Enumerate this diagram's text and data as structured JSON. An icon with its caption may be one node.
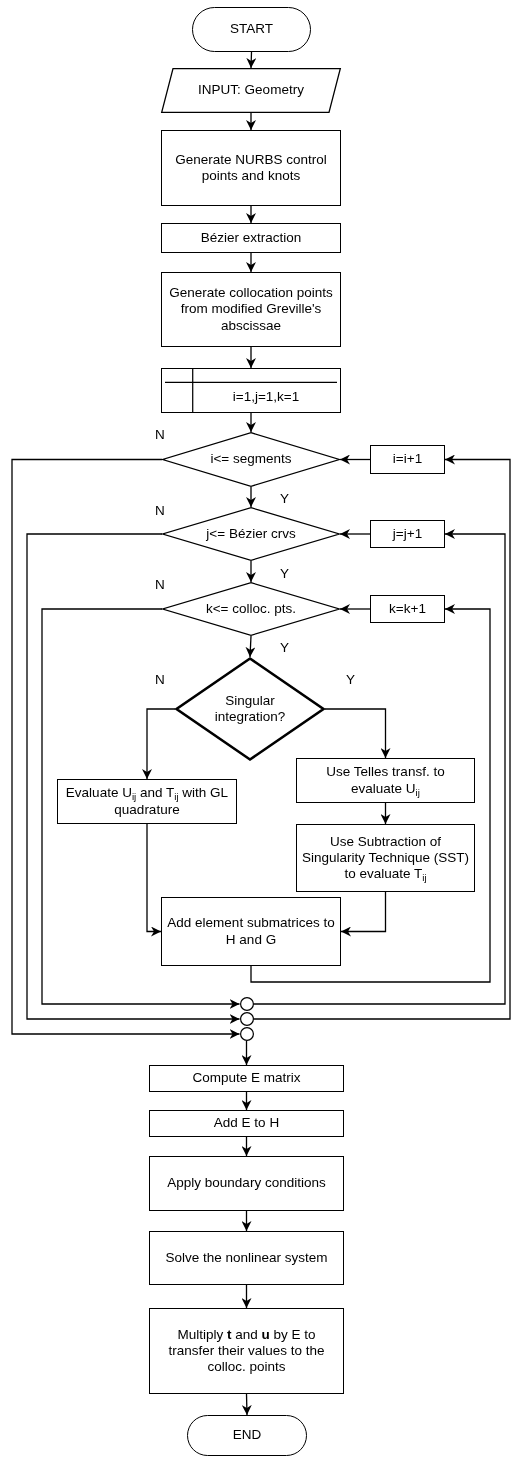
{
  "diagram": {
    "nodes": [
      {
        "text": [
          "START"
        ]
      },
      {
        "text": [
          "INPUT: Geometry"
        ]
      },
      {
        "text": [
          "Generate NURBS control points and knots"
        ]
      },
      {
        "text": [
          "Bézier extraction"
        ]
      },
      {
        "text": [
          "Generate collocation points from modified Greville's abscissae"
        ]
      },
      {
        "text": [
          "i=1,j=1,k=1"
        ]
      },
      {
        "text": [
          "i<= segments"
        ]
      },
      {
        "text": [
          "i=i+1"
        ]
      },
      {
        "text": [
          "j<= Bézier crvs"
        ]
      },
      {
        "text": [
          "j=j+1"
        ]
      },
      {
        "text": [
          "k<= colloc. pts."
        ]
      },
      {
        "text": [
          "k=k+1"
        ]
      },
      {
        "text": [
          "Singular integration?"
        ]
      },
      {
        "text": [
          "Evaluate U$_{ij}$ and T$_{ij}$ with GL quadrature"
        ]
      },
      {
        "text": [
          "Use Telles transf. to evaluate U$_{ij}$"
        ]
      },
      {
        "text": [
          "Use Subtraction of Singularity Technique (SST) to evaluate T$_{ij}$"
        ]
      },
      {
        "text": [
          "Add element submatrices to H and G"
        ]
      },
      {
        "text": [],
        "shape": "circle"
      },
      {
        "text": [],
        "shape": "circle"
      },
      {
        "text": [],
        "shape": "circle"
      },
      {
        "text": [
          "Compute E matrix"
        ]
      },
      {
        "text": [
          "Add E to H"
        ]
      },
      {
        "text": [
          "Apply boundary conditions"
        ]
      },
      {
        "text": [
          "Solve the nonlinear system"
        ]
      },
      {
        "text": [
          "Multiply **t** and **u** by E to transfer their values to the colloc. points"
        ]
      },
      {
        "text": [
          "END"
        ]
      }
    ],
    "edges": [
      {
        "from": 0,
        "to": 1,
        "arrow": "to"
      },
      {
        "from": 1,
        "to": 2,
        "arrow": "to"
      },
      {
        "from": 2,
        "to": 3,
        "arrow": "to"
      },
      {
        "from": 3,
        "to": 4,
        "arrow": "to"
      },
      {
        "from": 4,
        "to": 5,
        "arrow": "to"
      },
      {
        "from": 5,
        "to": 6,
        "arrow": "to"
      },
      {
        "from": 7,
        "to": 6,
        "arrow": "to"
      },
      {
        "from": 6,
        "to": 8,
        "arrow": "to",
        "label": "Y"
      },
      {
        "from": 9,
        "to": 8,
        "arrow": "to"
      },
      {
        "from": 8,
        "to": 10,
        "arrow": "to",
        "label": "Y"
      },
      {
        "from": 11,
        "to": 10,
        "arrow": "to"
      },
      {
        "from": 10,
        "to": 12,
        "arrow": "to",
        "label": "Y"
      },
      {
        "from": 12,
        "to": 13,
        "arrow": "to",
        "label": "N"
      },
      {
        "from": 12,
        "to": 14,
        "arrow": "to",
        "label": "Y"
      },
      {
        "from": 14,
        "to": 15,
        "arrow": "to"
      },
      {
        "from": 13,
        "to": 16,
        "arrow": "to"
      },
      {
        "from": 15,
        "to": 16,
        "arrow": "to"
      },
      {
        "from": 16,
        "to": 11,
        "arrow": "to"
      },
      {
        "from": 10,
        "to": 17,
        "arrow": "to",
        "label": "N"
      },
      {
        "from": 17,
        "to": 9,
        "arrow": "to"
      },
      {
        "from": 8,
        "to": 18,
        "arrow": "to",
        "label": "N"
      },
      {
        "from": 18,
        "to": 7,
        "arrow": "to"
      },
      {
        "from": 6,
        "to": 19,
        "arrow": "to",
        "label": "N"
      },
      {
        "from": 19,
        "to": 20,
        "arrow": "to"
      },
      {
        "from": 20,
        "to": 21,
        "arrow": "to"
      },
      {
        "from": 21,
        "to": 22,
        "arrow": "to"
      },
      {
        "from": 22,
        "to": 23,
        "arrow": "to"
      },
      {
        "from": 23,
        "to": 24,
        "arrow": "to"
      },
      {
        "from": 24,
        "to": 25,
        "arrow": "to"
      }
    ]
  }
}
